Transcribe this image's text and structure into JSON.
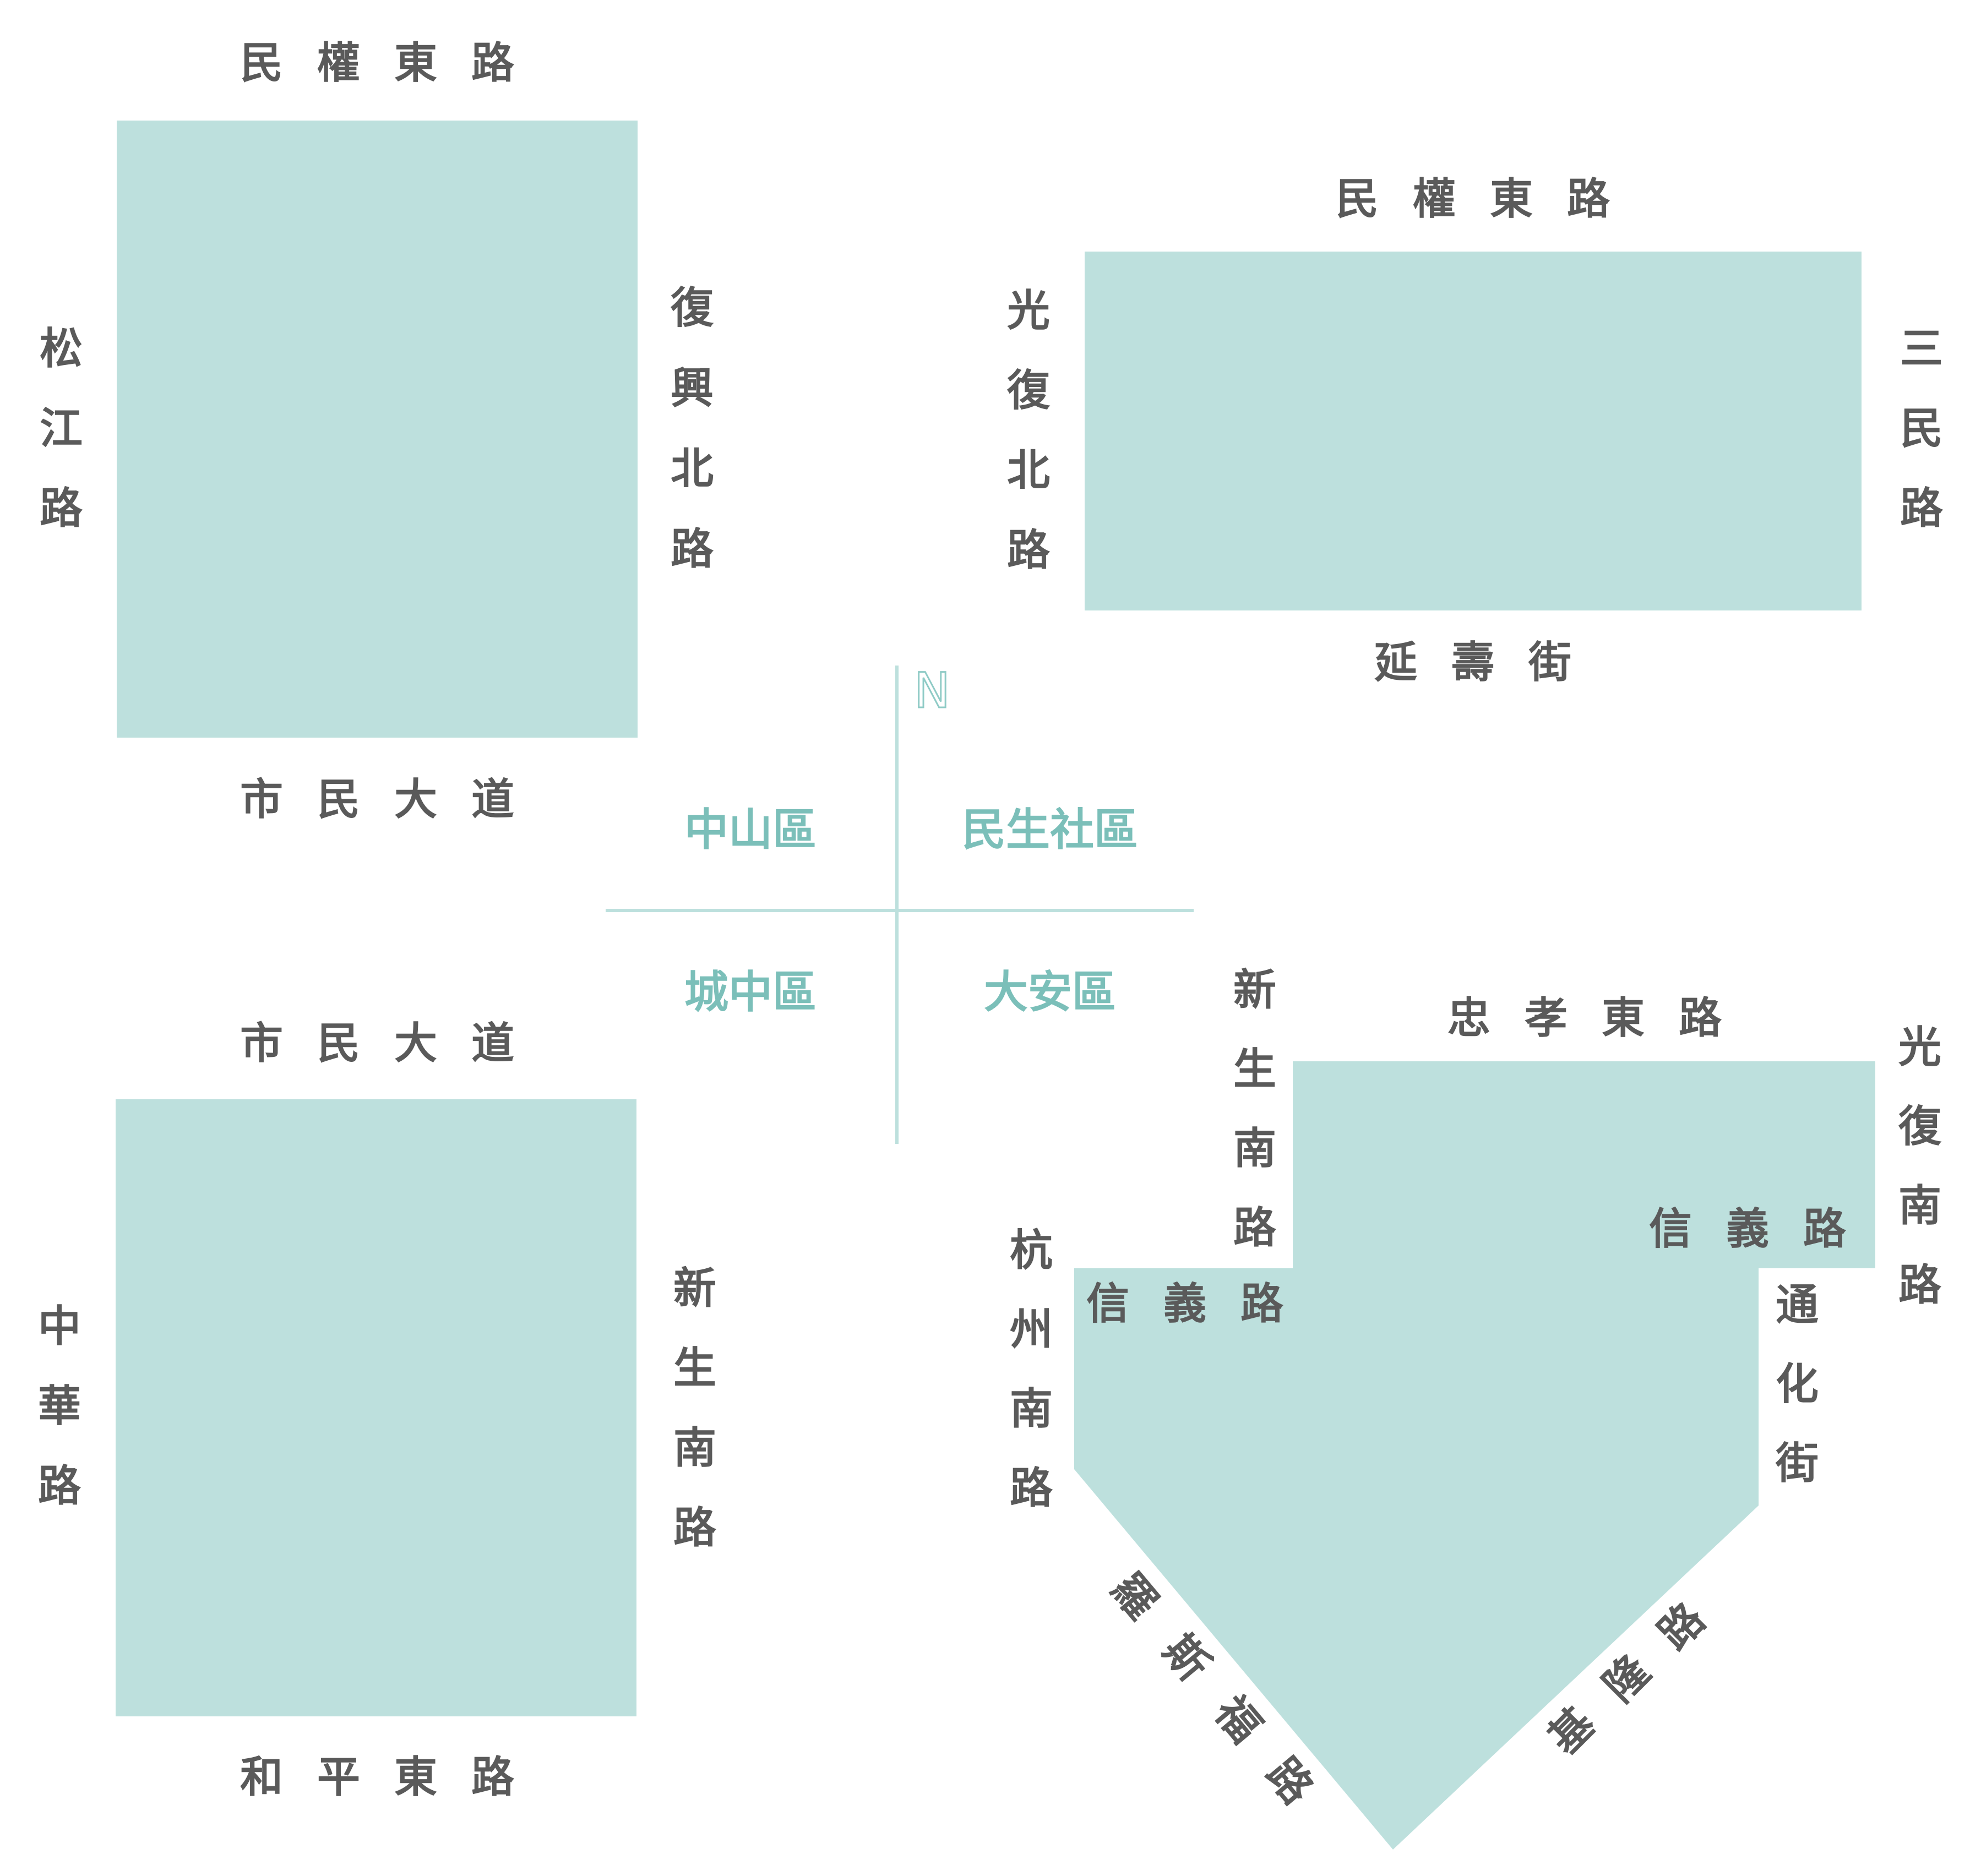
{
  "colors": {
    "block": "#bde0dd",
    "road_text": "#5a5a5a",
    "district_text": "#7bbfb9"
  },
  "compass": {
    "north_label": "N"
  },
  "districts": {
    "nw": "中山區",
    "ne": "民生社區",
    "sw": "城中區",
    "se": "大安區"
  },
  "blocks": {
    "zhongshan": {
      "north_road": "民權東路",
      "south_road": "市民大道",
      "west_road": "松江路",
      "east_road": "復興北路"
    },
    "minsheng": {
      "north_road": "民權東路",
      "south_road": "延壽街",
      "west_road": "光復北路",
      "east_road": "三民路"
    },
    "chengzhong": {
      "north_road": "市民大道",
      "south_road": "和平東路",
      "west_road": "中華路",
      "east_road": "新生南路"
    },
    "daan": {
      "north_road": "忠孝東路",
      "west_upper_road": "新生南路",
      "east_upper_road": "光復南路",
      "inner_right_road": "信義路",
      "inner_left_road": "信義路",
      "west_lower_road": "杭州南路",
      "east_lower_road": "通化街",
      "southwest_road": "羅斯福路",
      "southeast_road": "基隆路"
    }
  }
}
